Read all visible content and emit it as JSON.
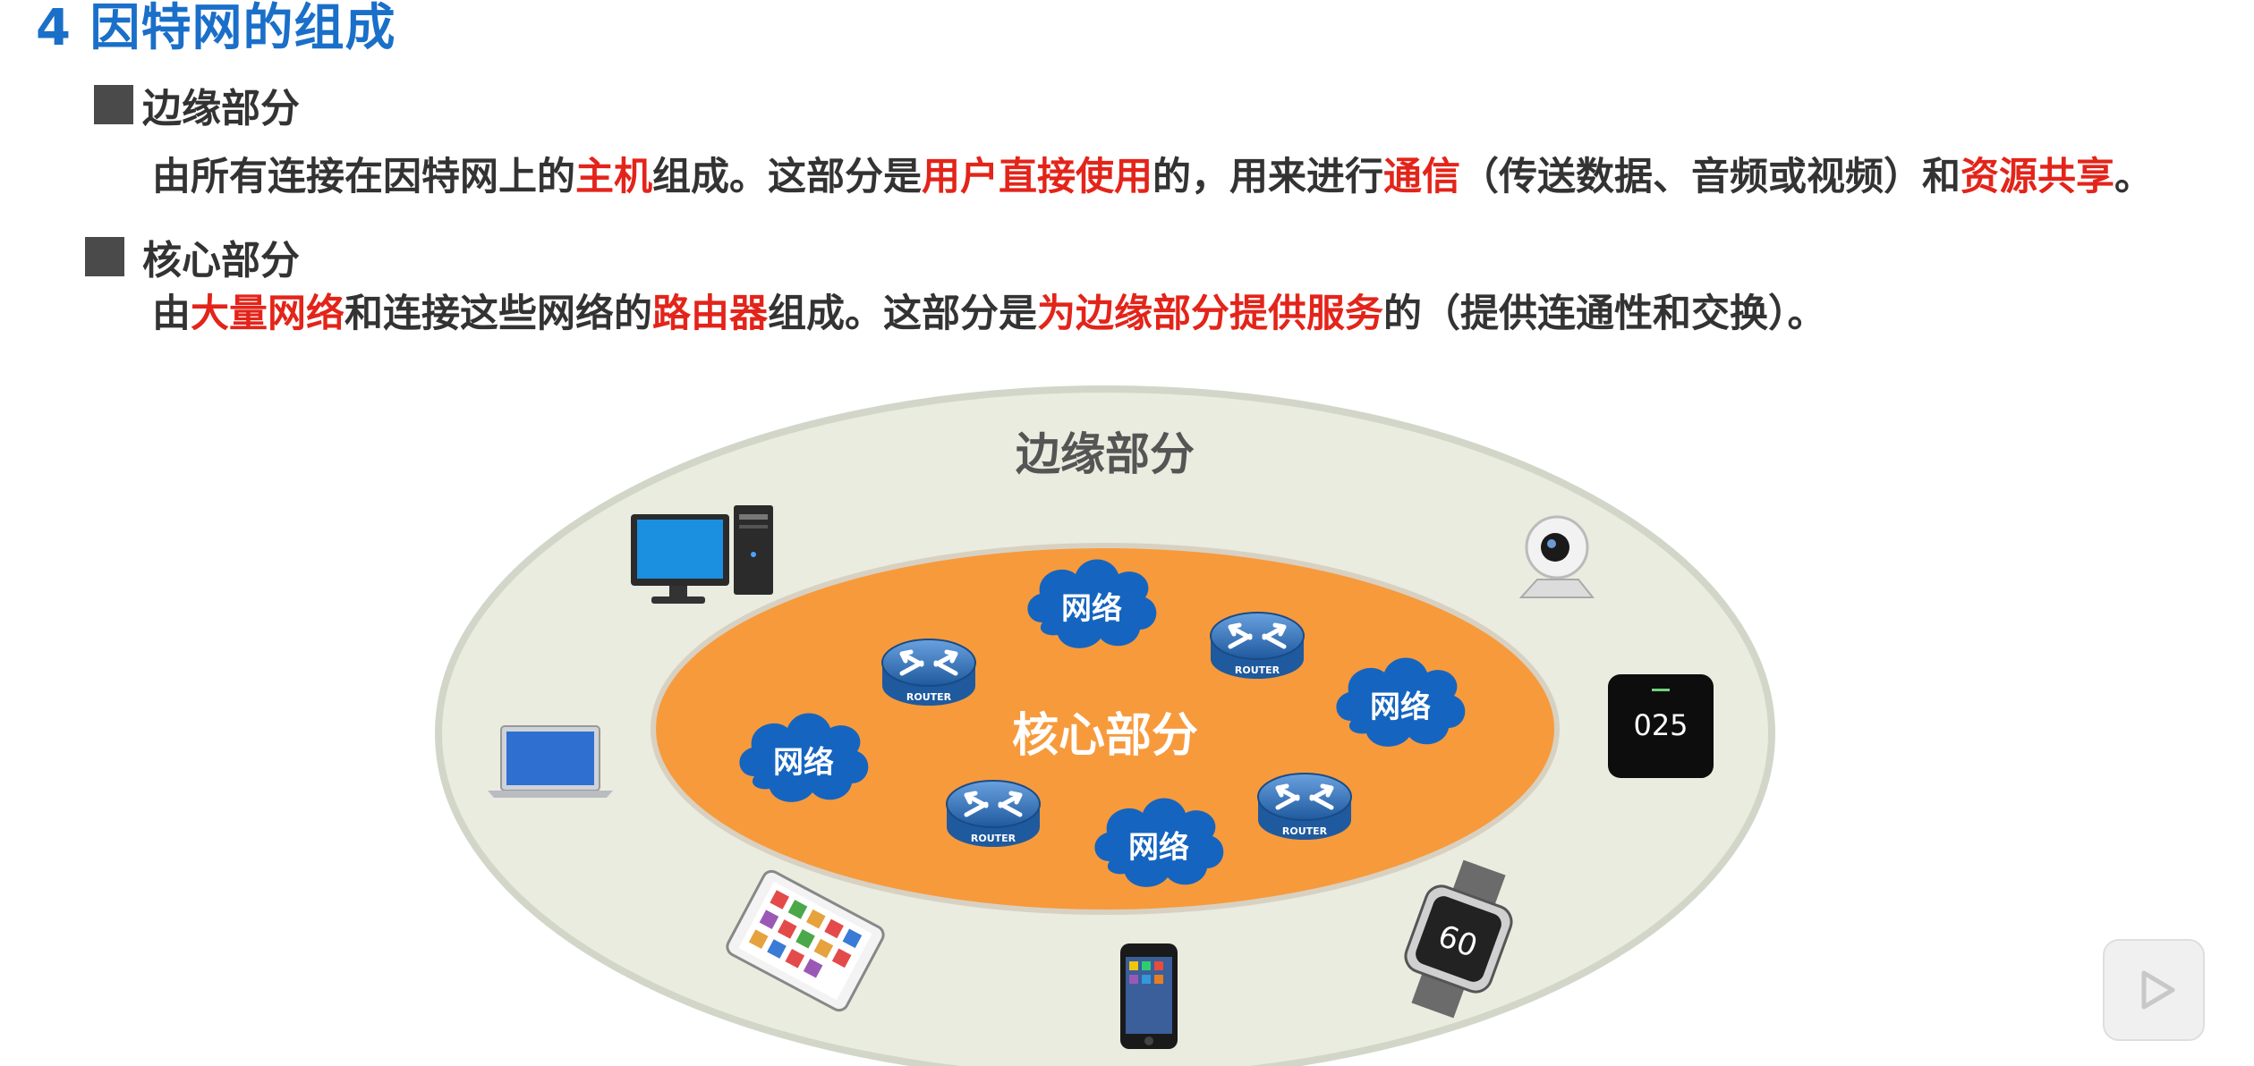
{
  "title": "4 因特网的组成",
  "edge_section": {
    "heading": "边缘部分",
    "desc": [
      {
        "text": "由所有连接在因特网上的",
        "hl": false
      },
      {
        "text": "主机",
        "hl": true
      },
      {
        "text": "组成。这部分是",
        "hl": false
      },
      {
        "text": "用户直接使用",
        "hl": true
      },
      {
        "text": "的，用来进行",
        "hl": false
      },
      {
        "text": "通信",
        "hl": true
      },
      {
        "text": "（传送数据、音频或视频）和",
        "hl": false
      },
      {
        "text": "资源共享",
        "hl": true
      },
      {
        "text": "。",
        "hl": false
      }
    ]
  },
  "core_section": {
    "heading": "核心部分",
    "desc": [
      {
        "text": "由",
        "hl": false
      },
      {
        "text": "大量网络",
        "hl": true
      },
      {
        "text": "和连接这些网络的",
        "hl": false
      },
      {
        "text": "路由器",
        "hl": true
      },
      {
        "text": "组成。这部分是",
        "hl": false
      },
      {
        "text": "为边缘部分提供服务",
        "hl": true
      },
      {
        "text": "的（提供连通性和交换）。",
        "hl": false
      }
    ]
  },
  "diagram": {
    "outer_label": "边缘部分",
    "inner_label": "核心部分",
    "network_label": "网络",
    "router_label": "ROUTER",
    "device_display": "025",
    "watch_display": "60",
    "colors": {
      "outer_fill": "#e9ecdf",
      "inner_fill": "#f79a3c",
      "cloud_fill": "#1565c0",
      "router_fill": "#2e6fb8",
      "highlight": "#e3241a",
      "title": "#1a6fc9"
    },
    "devices": [
      "desktop-computer-icon",
      "laptop-icon",
      "tablet-icon",
      "smartphone-icon",
      "smartwatch-icon",
      "smart-display-icon",
      "webcam-icon"
    ]
  }
}
